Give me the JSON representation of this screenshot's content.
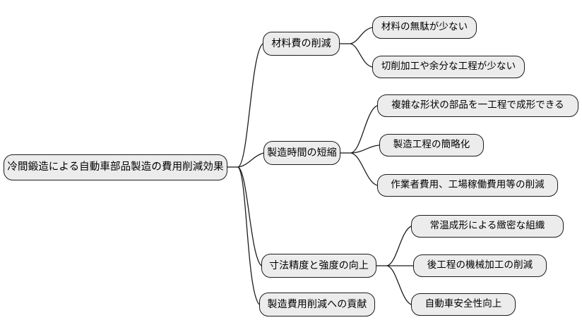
{
  "diagram": {
    "type": "mind-map",
    "title": "冷間鍛造による自動車部品製造の費用削減効果",
    "style": {
      "node_fill": "#ececec",
      "node_border": "#1c1c1c",
      "edge_color": "#1c1c1c",
      "background": "#ffffff",
      "text_color": "#000000"
    },
    "root": {
      "label": "冷間鍛造による自動車部品製造の費用削減効果"
    },
    "branches": [
      {
        "label": "材料費の削減",
        "children": [
          {
            "label": "材料の無駄が少ない"
          },
          {
            "label": "切削加工や余分な工程が少ない"
          }
        ]
      },
      {
        "label": "製造時間の短縮",
        "children": [
          {
            "label": "複雑な形状の部品を一工程で成形できる"
          },
          {
            "label": "製造工程の簡略化"
          },
          {
            "label": "作業者費用、工場稼働費用等の削減"
          }
        ]
      },
      {
        "label": "寸法精度と強度の向上",
        "children": [
          {
            "label": "常温成形による緻密な組織"
          },
          {
            "label": "後工程の機械加工の削減"
          },
          {
            "label": "自動車安全性向上"
          }
        ]
      },
      {
        "label": "製造費用削減への貢献",
        "children": []
      }
    ]
  }
}
